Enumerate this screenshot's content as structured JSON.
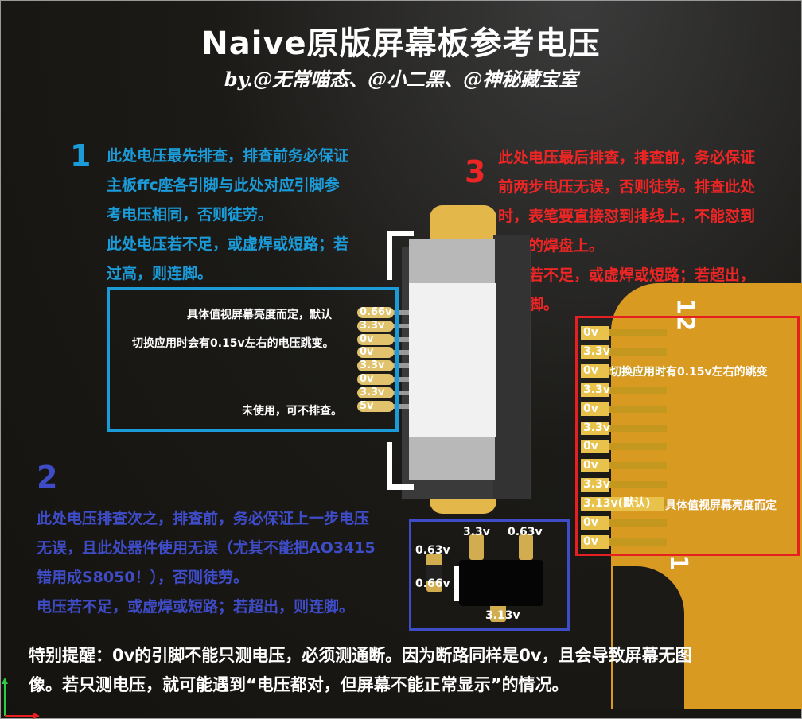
{
  "title": "Naive原版屏幕板参考电压",
  "subtitle": "by.@无常喵态、@小二黑、@神秘藏宝室",
  "section1": {
    "number": "1",
    "lines": [
      "此处电压最先排查，排查前务必保证",
      "主板ffc座各引脚与此处对应引脚参",
      "考电压相同，否则徒劳。",
      "此处电压若不足，或虚焊或短路；若",
      "过高，则连脚。"
    ],
    "labels": [
      "具体值视屏幕亮度而定，默认",
      "切换应用时会有0.15v左右的电压跳变。",
      "未使用，可不排查。"
    ],
    "pins": [
      "0.66v",
      "3.3v",
      "0v",
      "0v",
      "3.3v",
      "0v",
      "3.3v",
      "5v"
    ]
  },
  "section2": {
    "number": "2",
    "lines": [
      "此处电压排查次之，排查前，务必保证上一步电压",
      "无误，且此处器件使用无误（尤其不能把AO3415",
      "错用成S8050！），否则徒劳。",
      "电压若不足，或虚焊或短路；若超出，则连脚。"
    ],
    "voltages": {
      "top_left": "3.3v",
      "top_right": "0.63v",
      "left_upper": "0.63v",
      "left_lower": "0.66v",
      "bottom": "3.13v"
    }
  },
  "section3": {
    "number": "3",
    "lines": [
      "此处电压最后排查，排查前，务必保证",
      "前两步电压无误，否则徒劳。排查此处",
      "时，表笔要直接怼到排线上，不能怼到",
      "板子的焊盘上。",
      "电压若不足，或虚焊或短路；若超出，",
      "则连脚。"
    ],
    "pins": [
      "0v",
      "3.3v",
      "0v",
      "3.3v",
      "0v",
      "3.3v",
      "0v",
      "0v",
      "3.3v",
      "3.13v(默认)",
      "0v",
      "0v"
    ],
    "pin_notes": [
      "切换应用时有0.15v左右的跳变",
      "具体值视屏幕亮度而定"
    ],
    "pin_numbers": [
      "12",
      "1"
    ]
  },
  "warning": [
    "特别提醒：0v的引脚不能只测电压，必须测通断。因为断路同样是0v，且会导致屏幕无图",
    "像。若只测电压，就可能遇到“电压都对，但屏幕不能正常显示”的情况。"
  ],
  "colors": {
    "blue": "#1b9bd8",
    "red": "#ee2525",
    "indigo": "#3f4cc8",
    "gold": "#d99a22"
  }
}
